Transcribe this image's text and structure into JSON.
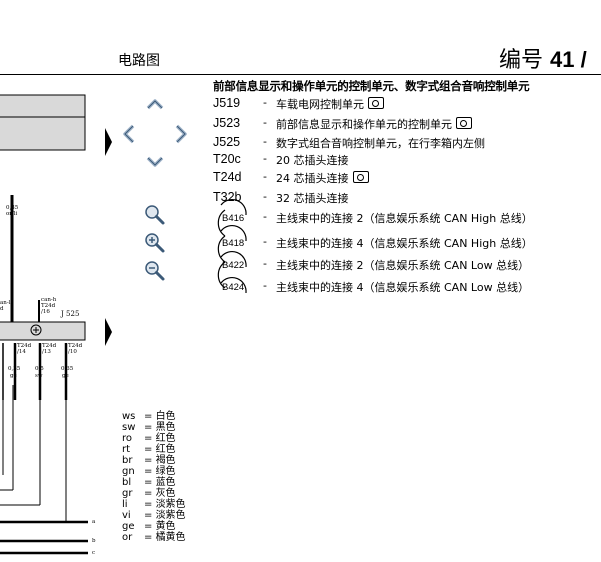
{
  "header": {
    "title": "电路图",
    "number_label": "编号",
    "number_value": "41 /"
  },
  "legend": {
    "title": "前部信息显示和操作单元的控制单元、数字式组合音响控制单元",
    "items": [
      {
        "code": "J519",
        "desc": "车载电网控制单元"
      },
      {
        "code": "J523",
        "desc": "前部信息显示和操作单元的控制单元"
      },
      {
        "code": "J525",
        "desc": "数字式组合音响控制单元，在行李箱内左侧"
      },
      {
        "code": "T20c",
        "desc": "20 芯插头连接"
      },
      {
        "code": "T24d",
        "desc": "24 芯插头连接"
      },
      {
        "code": "T32b",
        "desc": "32 芯插头连接"
      },
      {
        "code": "B416",
        "desc": "主线束中的连接 2（信息娱乐系统 CAN High 总线）"
      },
      {
        "code": "B418",
        "desc": "主线束中的连接 4（信息娱乐系统 CAN High 总线）"
      },
      {
        "code": "B422",
        "desc": "主线束中的连接 2（信息娱乐系统 CAN Low 总线）"
      },
      {
        "code": "B424",
        "desc": "主线束中的连接 4（信息娱乐系统 CAN Low 总线）"
      }
    ]
  },
  "colors": [
    {
      "code": "ws",
      "name": "白色"
    },
    {
      "code": "sw",
      "name": "黑色"
    },
    {
      "code": "ro",
      "name": "红色"
    },
    {
      "code": "rt",
      "name": "红色"
    },
    {
      "code": "br",
      "name": "褐色"
    },
    {
      "code": "gn",
      "name": "绿色"
    },
    {
      "code": "bl",
      "name": "蓝色"
    },
    {
      "code": "gr",
      "name": "灰色"
    },
    {
      "code": "li",
      "name": "淡紫色"
    },
    {
      "code": "vi",
      "name": "淡紫色"
    },
    {
      "code": "ge",
      "name": "黄色"
    },
    {
      "code": "or",
      "name": "橘黄色"
    }
  ],
  "diagram": {
    "j525_label": "J 525",
    "wire1_size": "0,35",
    "wire1_color": "or/li",
    "can_left": "an-l",
    "can_left_pin": "d",
    "can_right": "can-h",
    "can_right_conn": "T24d",
    "can_right_pin": "/16",
    "pin_conn": "T24d",
    "pins": [
      {
        "pin": "/14",
        "size": "0,35",
        "color": "ge"
      },
      {
        "pin": "/13",
        "size": "0,5",
        "color": "sw"
      },
      {
        "pin": "/10",
        "size": "0,35",
        "color": "ge"
      }
    ],
    "bus_a": "a",
    "bus_b": "b",
    "bus_c": "c"
  },
  "navigation": {
    "up": "pan-up",
    "down": "pan-down",
    "left": "pan-left",
    "right": "pan-right",
    "zoom_fit": "zoom-fit",
    "zoom_in": "zoom-in",
    "zoom_out": "zoom-out"
  }
}
